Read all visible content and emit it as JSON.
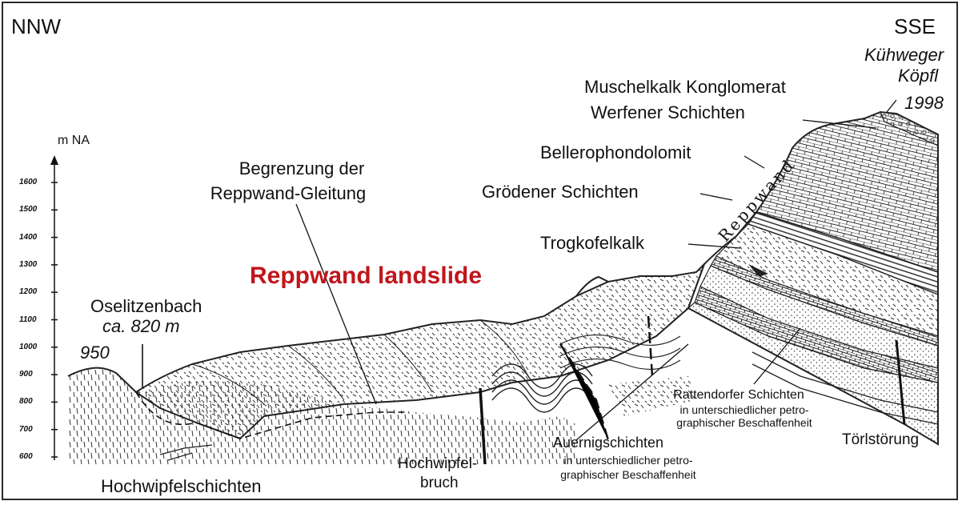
{
  "orientation": {
    "left": "NNW",
    "right": "SSE"
  },
  "axis": {
    "unit": "m NA",
    "ticks": [
      "1600",
      "1500",
      "1400",
      "1300",
      "1200",
      "1100",
      "1000",
      "900",
      "800",
      "700",
      "600"
    ]
  },
  "title": "Reppwand landslide",
  "title_color": "#c0161c",
  "summit": {
    "name_line1": "Kühweger",
    "name_line2": "Köpfl",
    "elevation": "1998"
  },
  "left_point": {
    "name": "Oselitzenbach",
    "elevation": "ca. 820 m",
    "peak": "950"
  },
  "slope_label": "Reppwand",
  "boundary": {
    "line1": "Begrenzung der",
    "line2": "Reppwand-Gleitung"
  },
  "units": {
    "muschelkalk": "Muschelkalk Konglomerat",
    "werfener": "Werfener Schichten",
    "bellerophon": "Bellerophondolomit",
    "groedener": "Grödener Schichten",
    "trogkofel": "Trogkofelkalk"
  },
  "rattendorfer": {
    "title": "Rattendorfer Schichten",
    "line2": "in unterschiedlicher petro-",
    "line3": "graphischer  Beschaffenheit"
  },
  "auernig": {
    "title": "Auernigschichten",
    "line2": "in unterschiedlicher petro-",
    "line3": "graphischer Beschaffenheit"
  },
  "hochwipfel_bruch": {
    "line1": "Hochwipfel-",
    "line2": "bruch"
  },
  "hochwipfelschichten": "Hochwipfelschichten",
  "toerl": "Törlstörung"
}
